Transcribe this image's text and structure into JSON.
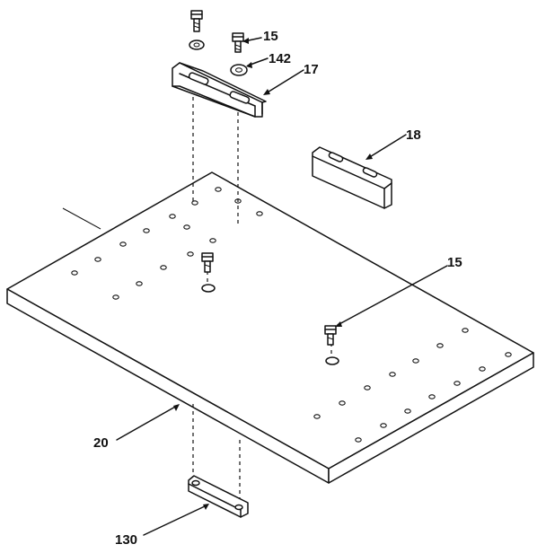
{
  "callouts": {
    "bolt_top": "15",
    "washer": "142",
    "bracket_top": "17",
    "bracket_right": "18",
    "bolt_side": "15",
    "base_plate": "20",
    "bracket_bottom": "130"
  }
}
